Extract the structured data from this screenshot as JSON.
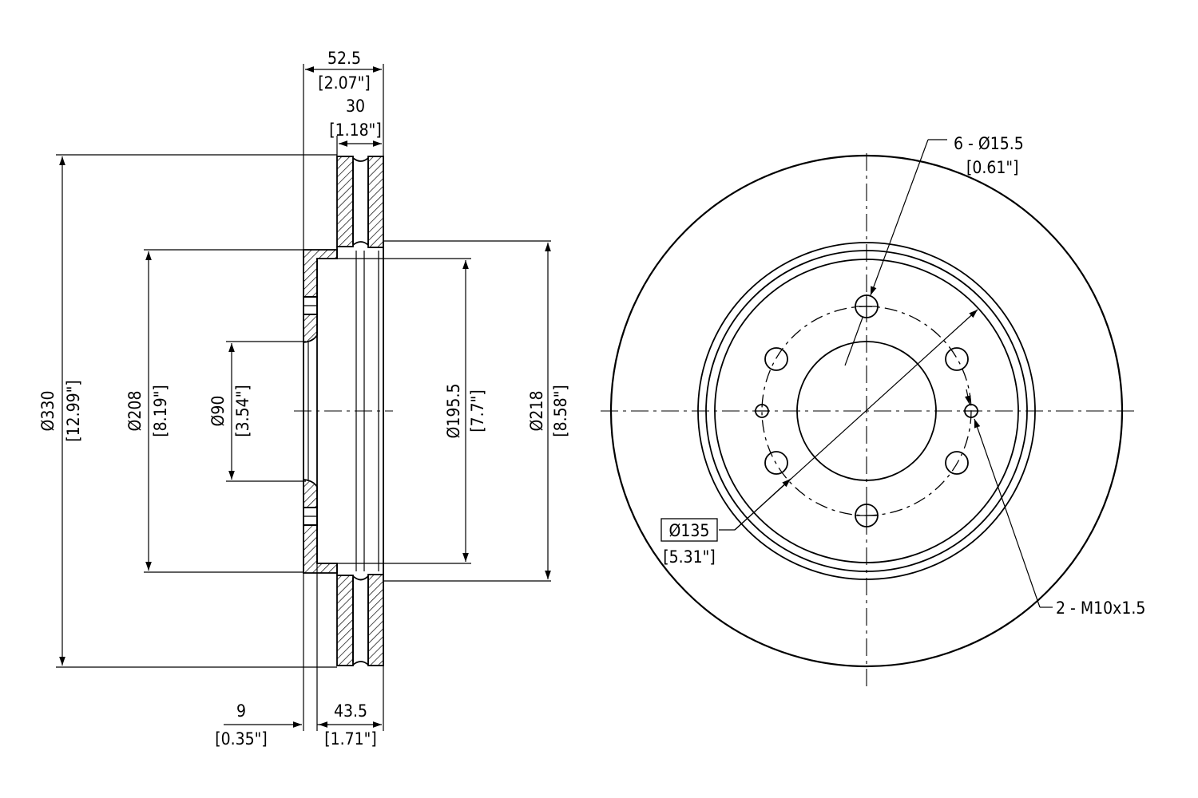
{
  "side_view": {
    "hub_width": {
      "mm": "52.5",
      "in": "[2.07\"]"
    },
    "rotor_thickness": {
      "mm": "30",
      "in": "[1.18\"]"
    },
    "outer_diameter": {
      "mm": "Ø330",
      "in": "[12.99\"]"
    },
    "hat_diameter": {
      "mm": "Ø208",
      "in": "[8.19\"]"
    },
    "center_bore": {
      "mm": "Ø90",
      "in": "[3.54\"]"
    },
    "inner_diameter": {
      "mm": "Ø195.5",
      "in": "[7.7\"]"
    },
    "friction_inner_diameter": {
      "mm": "Ø218",
      "in": "[8.58\"]"
    },
    "hat_thickness": {
      "mm": "9",
      "in": "[0.35\"]"
    },
    "overall_height": {
      "mm": "43.5",
      "in": "[1.71\"]"
    }
  },
  "front_view": {
    "bolt_holes": {
      "mm": "6 - Ø15.5",
      "in": "[0.61\"]"
    },
    "bolt_circle": {
      "mm": "Ø135",
      "in": "[5.31\"]"
    },
    "threaded_holes": {
      "label": "2 - M10x1.5"
    }
  }
}
